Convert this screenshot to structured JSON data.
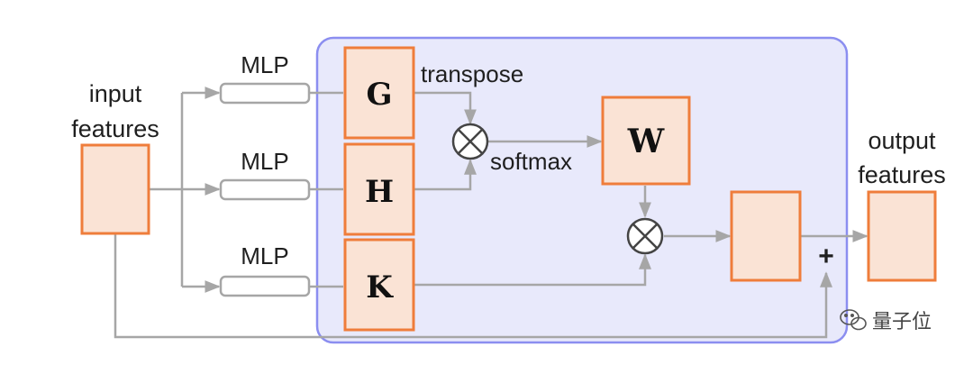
{
  "labels": {
    "input_line1": "input",
    "input_line2": "features",
    "output_line1": "output",
    "output_line2": "features",
    "mlp": "MLP",
    "transpose": "transpose",
    "softmax": "softmax",
    "g": "G",
    "h": "H",
    "k": "K",
    "w": "W",
    "plus": "+"
  },
  "watermark": {
    "text": "量子位",
    "icon": "wechat-icon"
  },
  "colors": {
    "box_fill": "#fae3d5",
    "box_stroke": "#ef7d3b",
    "panel_fill": "#e8e9fb",
    "panel_stroke": "#8b8ef0",
    "arrow": "#a6a6a6",
    "mlp_stroke": "#a6a6a6"
  }
}
